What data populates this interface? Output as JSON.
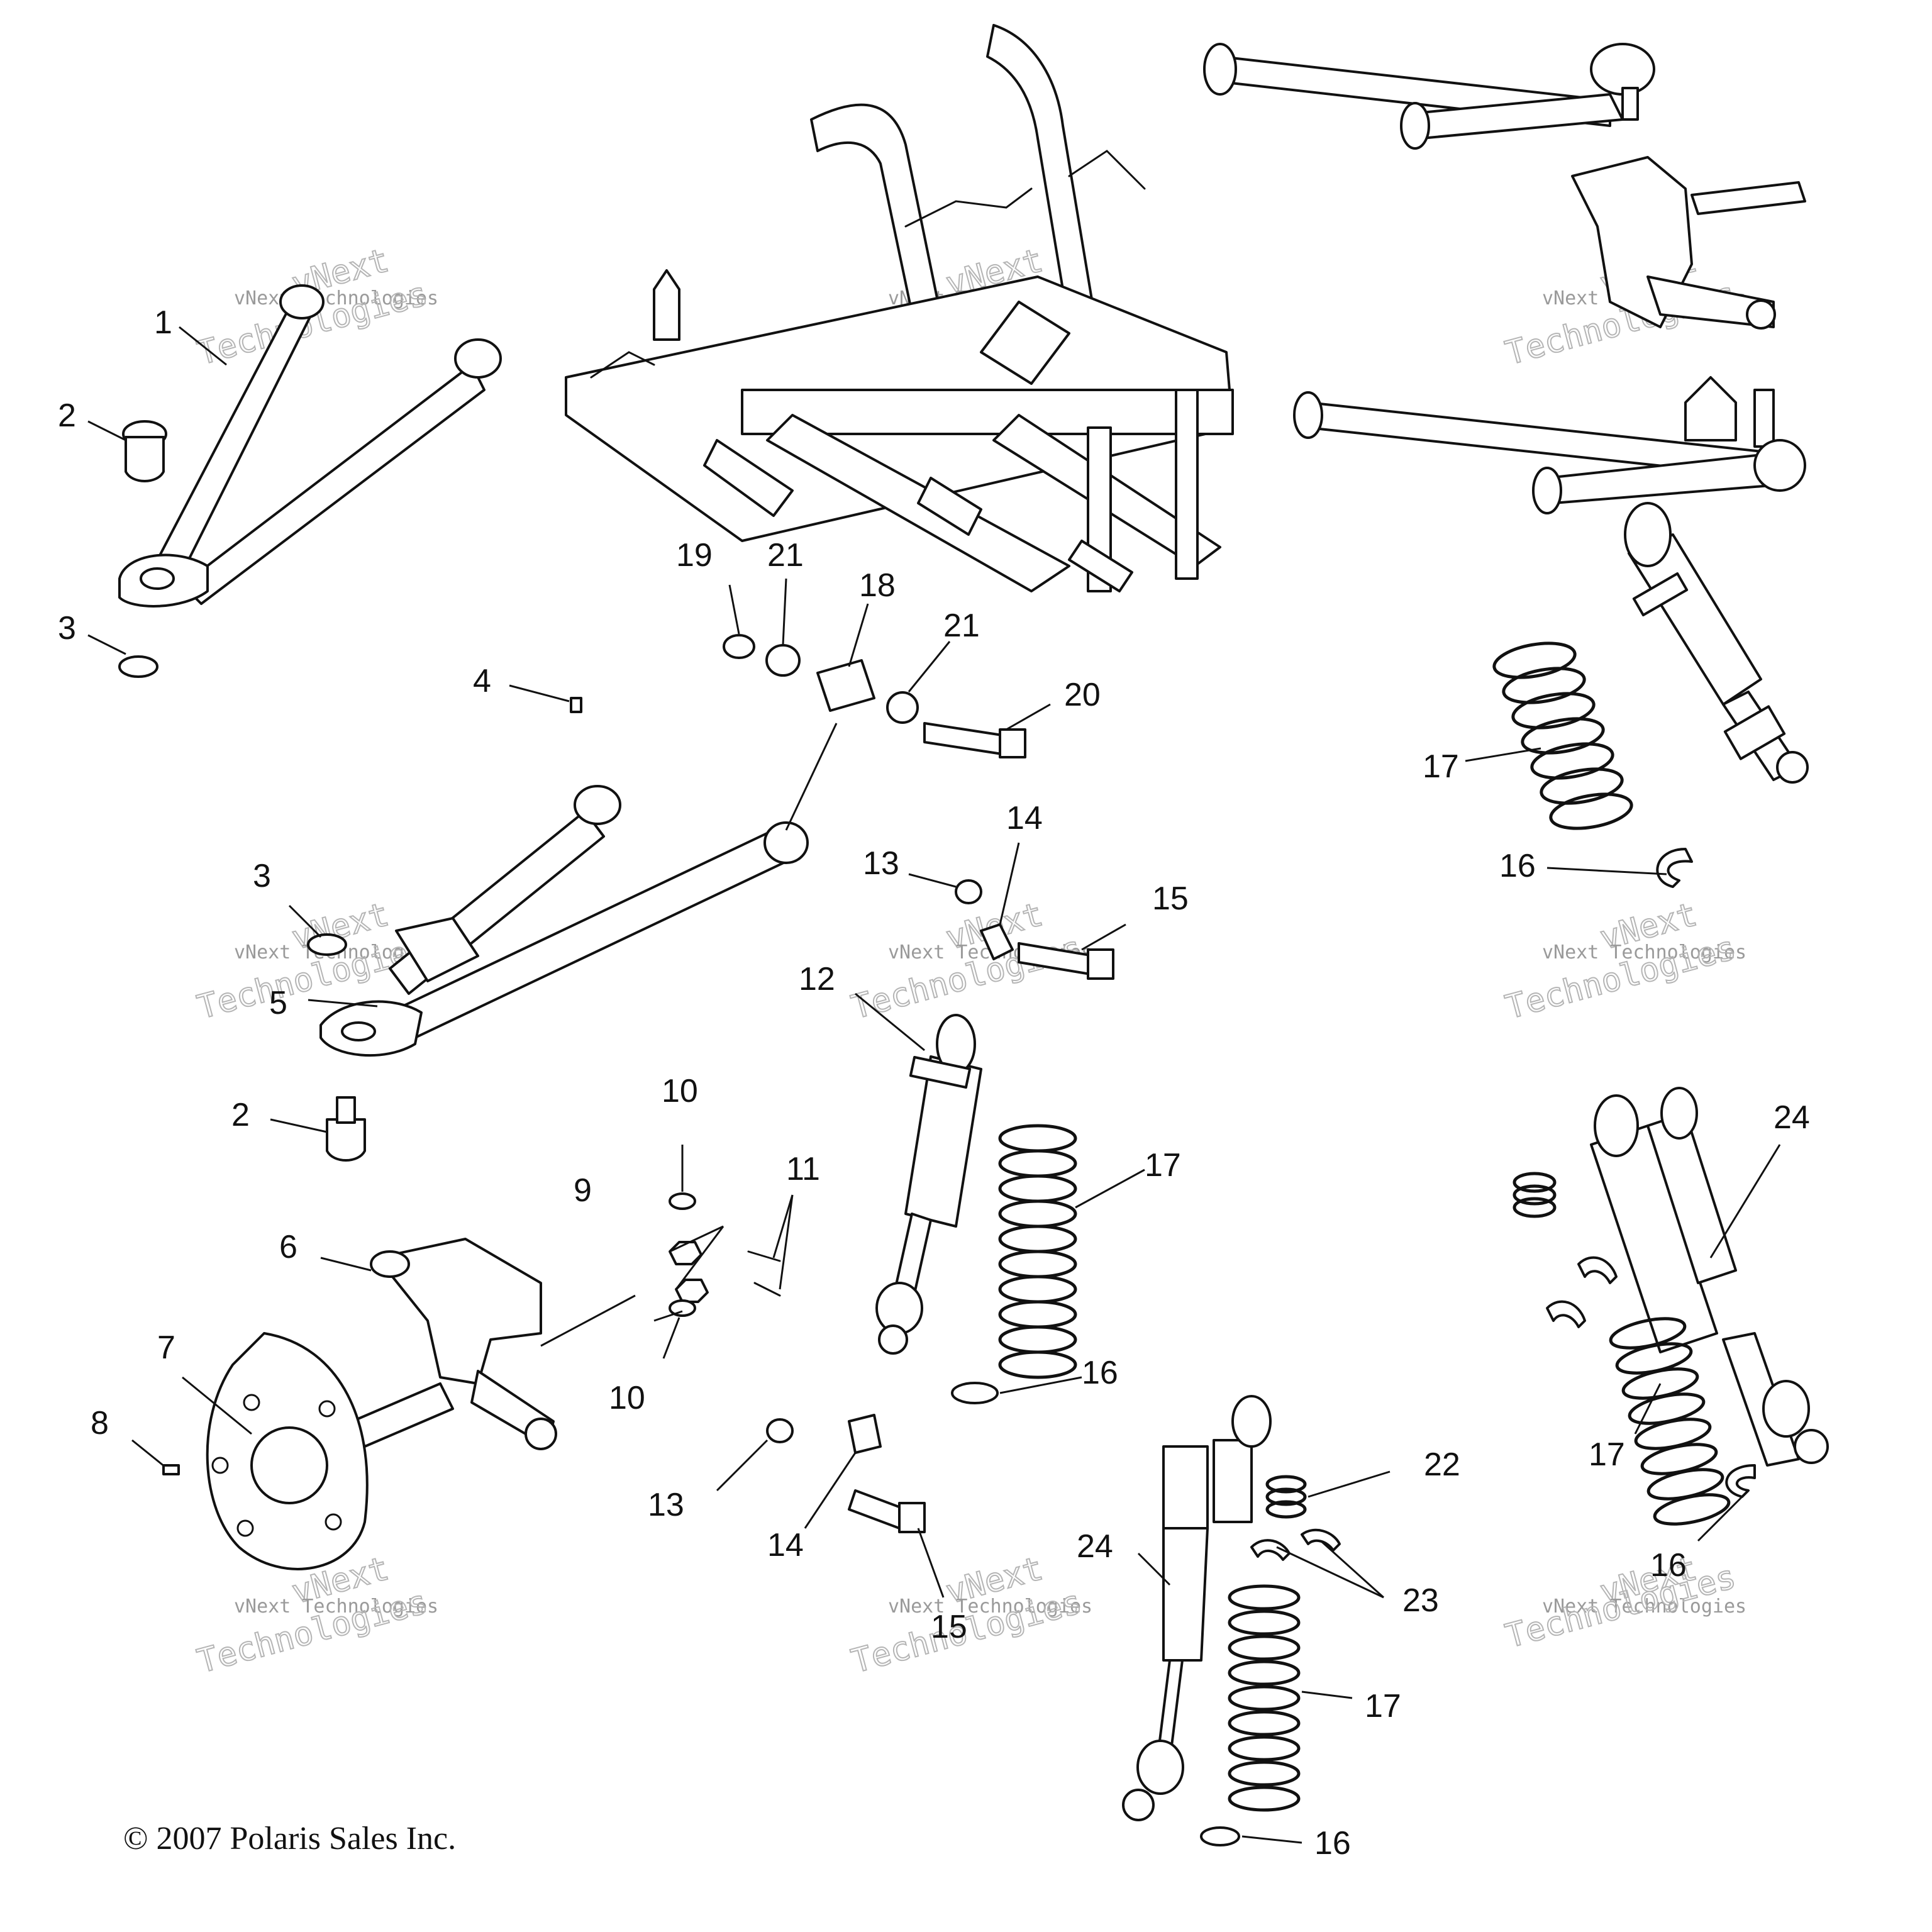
{
  "labels": {
    "l1": "1",
    "l2a": "2",
    "l2b": "2",
    "l3a": "3",
    "l3b": "3",
    "l4": "4",
    "l5": "5",
    "l6": "6",
    "l7": "7",
    "l8": "8",
    "l9": "9",
    "l10a": "10",
    "l10b": "10",
    "l11": "11",
    "l12": "12",
    "l13a": "13",
    "l13b": "13",
    "l14a": "14",
    "l14b": "14",
    "l15a": "15",
    "l15b": "15",
    "l16a": "16",
    "l16b": "16",
    "l16c": "16",
    "l16d": "16",
    "l17a": "17",
    "l17b": "17",
    "l17c": "17",
    "l17d": "17",
    "l18": "18",
    "l19": "19",
    "l20": "20",
    "l21a": "21",
    "l21b": "21",
    "l22": "22",
    "l23": "23",
    "l24a": "24",
    "l24b": "24"
  },
  "watermark": {
    "line1": "vNext Technologies",
    "line2": "Technologies",
    "line3": "vNext"
  },
  "copyright": "© 2007 Polaris Sales Inc."
}
